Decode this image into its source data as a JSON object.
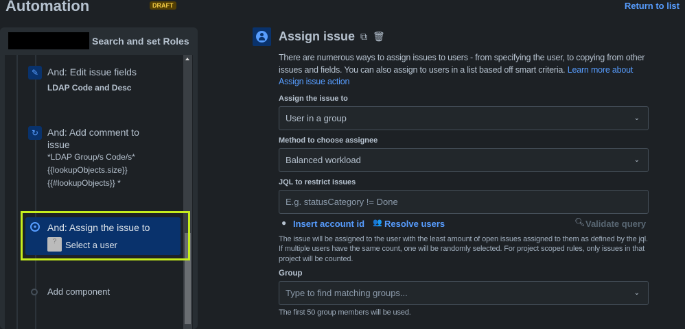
{
  "header": {
    "title": "Automation",
    "badge": "DRAFT",
    "return_link": "Return to list"
  },
  "rule": {
    "name": "Search and set Roles"
  },
  "steps": [
    {
      "title": "And: Edit issue fields",
      "detail": "LDAP Code and Desc",
      "icon": "pencil-icon"
    },
    {
      "title_1": "And: Add comment to",
      "title_2": "issue",
      "detail_1": "*LDAP Group/s Code/s*",
      "detail_2": "{{lookupObjects.size}}",
      "detail_3": "{{#lookupObjects}} *",
      "icon": "comment-icon"
    },
    {
      "title": "And: Assign the issue to",
      "detail": "Select a user",
      "icon": "user-icon",
      "selected": true
    }
  ],
  "add_component": "Add component",
  "detail": {
    "title": "Assign issue",
    "description": "There are numerous ways to assign issues to users - from specifying the user, to copying from other issues and fields. You can also assign to users in a list based off smart criteria. ",
    "learn_more": "Learn more about Assign issue action",
    "assign_label": "Assign the issue to",
    "assign_value": "User in a group",
    "method_label": "Method to choose assignee",
    "method_value": "Balanced workload",
    "jql_label": "JQL to restrict issues",
    "jql_placeholder": "E.g. statusCategory != Done",
    "insert_account": "Insert account id",
    "resolve_users": "Resolve users",
    "validate": "Validate query",
    "jql_help": "The issue will be assigned to the user with the least amount of open issues assigned to them as defined by the jql. If multiple users have the same count, one will be randomly selected. For project scoped rules, only issues in that project will be counted.",
    "group_label": "Group",
    "group_placeholder": "Type to find matching groups...",
    "group_help": "The first 50 group members will be used."
  },
  "colors": {
    "accent": "#579dff",
    "highlight": "#c6ed1d",
    "selected_bg": "#09326c"
  }
}
